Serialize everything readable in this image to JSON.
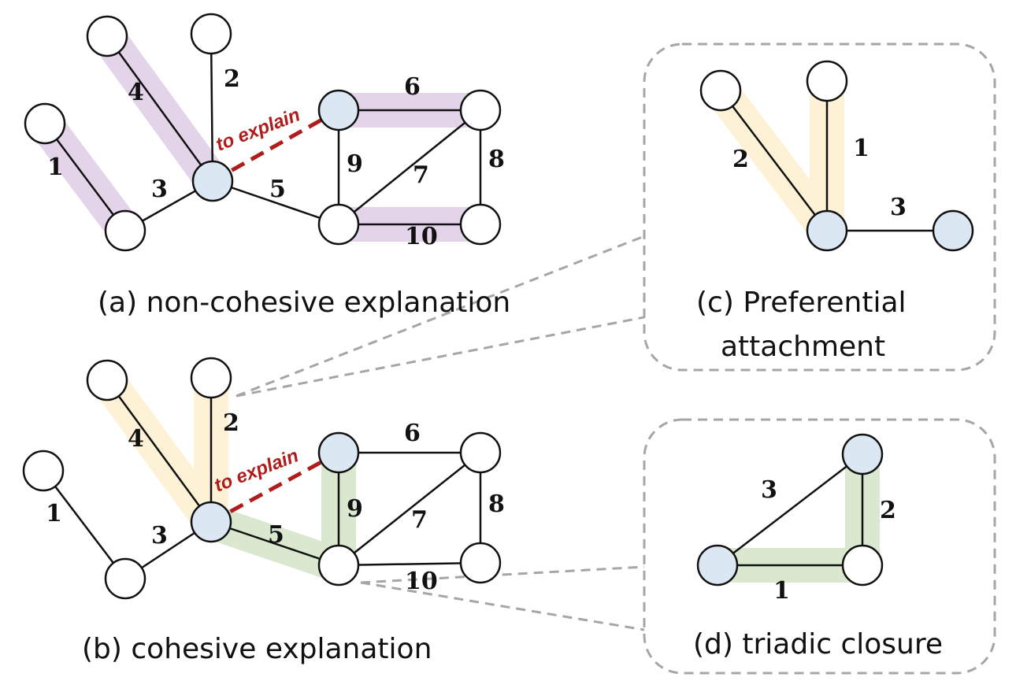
{
  "panel_a": {
    "caption": "(a) non-cohesive explanation",
    "edge_labels": [
      "1",
      "2",
      "3",
      "4",
      "5",
      "6",
      "7",
      "8",
      "9",
      "10"
    ],
    "target_label": "to explain"
  },
  "panel_b": {
    "caption": "(b) cohesive explanation",
    "edge_labels": [
      "1",
      "2",
      "3",
      "4",
      "5",
      "6",
      "7",
      "8",
      "9",
      "10"
    ],
    "target_label": "to explain"
  },
  "panel_c": {
    "caption_line1": "(c) Preferential",
    "caption_line2": "attachment",
    "edge_labels": [
      "1",
      "2",
      "3"
    ]
  },
  "panel_d": {
    "caption": "(d) triadic closure",
    "edge_labels": [
      "1",
      "2",
      "3"
    ]
  },
  "colors": {
    "node_fill": "#ffffff",
    "highlighted_node_fill": "#dbe8f4",
    "purple_highlight": "#e4d4ea",
    "yellow_highlight": "#fdf2d6",
    "green_highlight": "#d9e8cf",
    "target_edge": "#b01c1c",
    "dashed_box": "#a6a6a6"
  }
}
